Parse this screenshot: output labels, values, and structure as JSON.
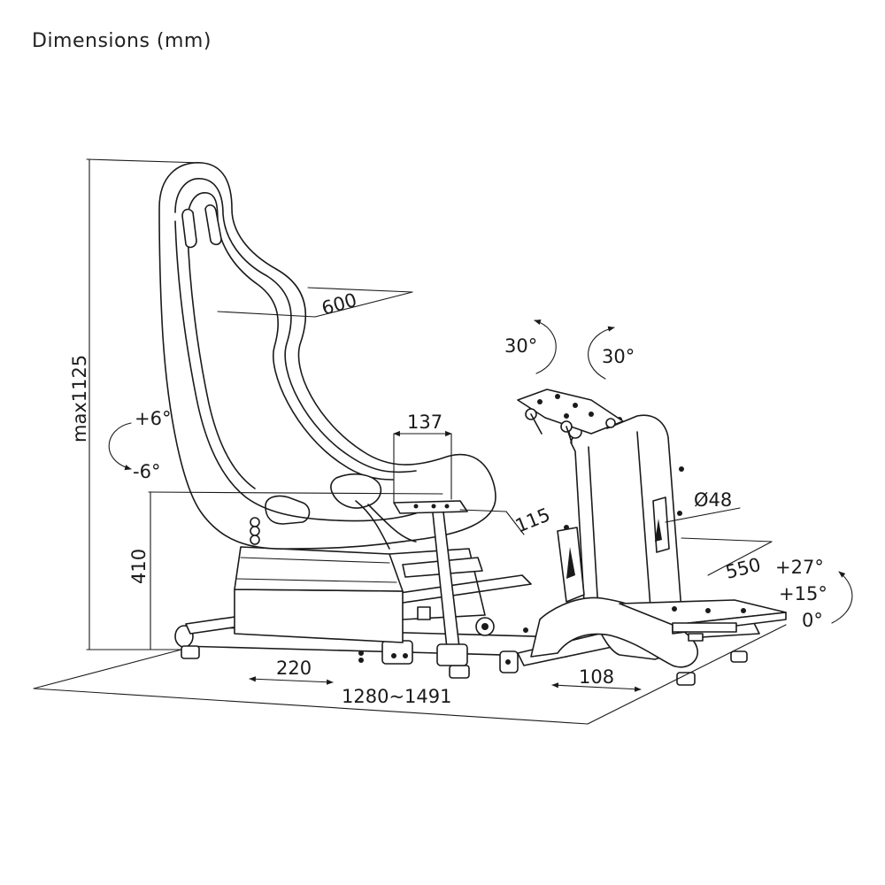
{
  "title": "Dimensions (mm)",
  "dimensions": {
    "height_max": "max1125",
    "seat_width": "600",
    "seat_height": "410",
    "wheel_mount_width": "137",
    "wheel_mount_offset": "115",
    "tube_diameter": "Ø48",
    "pedal_plate_width": "550",
    "rail_adjust": "220",
    "total_length": "1280~1491",
    "pedal_adjust": "108"
  },
  "angles": {
    "seat_tilt_up": "+6°",
    "seat_tilt_down": "-6°",
    "wheel_rotate_left": "30°",
    "wheel_rotate_right": "30°",
    "pedal_angle_max": "+27°",
    "pedal_angle_mid": "+15°",
    "pedal_angle_min": "0°"
  },
  "colors": {
    "line": "#1a1a1a",
    "background": "#ffffff"
  },
  "icons": [
    "rotation-arrow-icon",
    "dimension-arrow-icon"
  ]
}
